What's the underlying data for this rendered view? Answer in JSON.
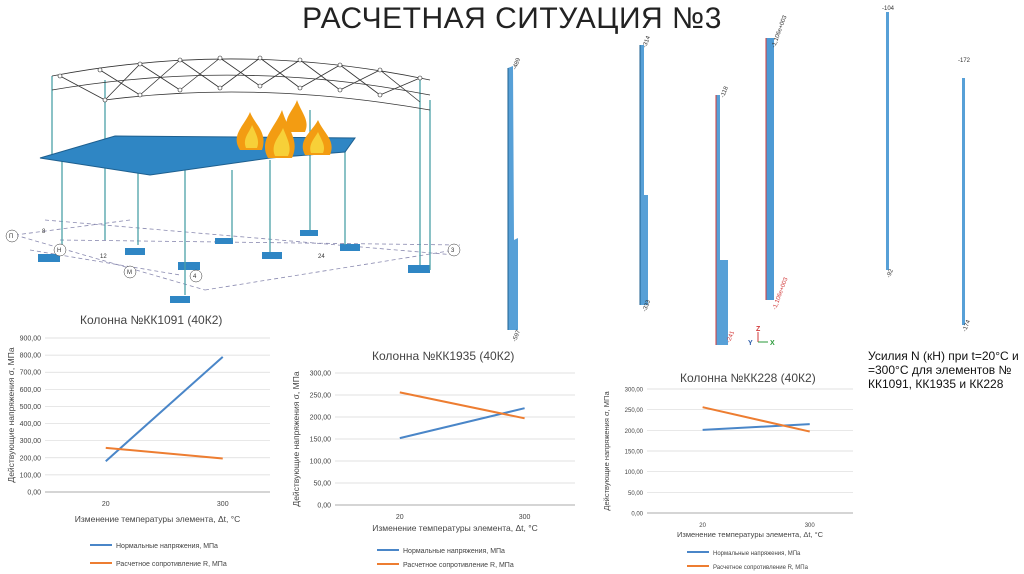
{
  "slide": {
    "title": "РАСЧЕТНАЯ СИТУАЦИЯ №3"
  },
  "note": {
    "lines": [
      "Усилия N (кН) при t=20°С и",
      "=300°С для элементов №",
      "КК1091, КК1935 и КК228"
    ]
  },
  "model": {
    "grid_labels": [
      "П",
      "Н",
      "М",
      "4",
      "3",
      "8",
      "12",
      "24"
    ],
    "fire_icon": "flame-icon",
    "slab_color": "#2f86c4"
  },
  "diagrams": {
    "color": "#3a8fd0",
    "edge_color": "#d23a3a",
    "axes_labels": [
      "Z",
      "Y",
      "X"
    ],
    "columns": [
      {
        "top": "-489",
        "bottom": "-597"
      },
      {
        "top": "-314",
        "bottom": "-333"
      },
      {
        "top": "-1,106e+003",
        "bottom": "-1,106e+003"
      },
      {
        "top": "-118",
        "bottom": "-241"
      },
      {
        "top": "-104",
        "bottom": "-92"
      },
      {
        "top": "-172",
        "bottom": "-174"
      }
    ]
  },
  "colors": {
    "normal": "#4a86c8",
    "resist": "#ed7d31"
  },
  "chart_data": [
    {
      "type": "line",
      "title": "Колонна №КК1091 (40К2)",
      "xlabel": "Изменение температуры элемента, Δt, °С",
      "ylabel": "Действующие напряжения σ, МПа",
      "categories": [
        "20",
        "300"
      ],
      "ylim": [
        0,
        900
      ],
      "yticks": [
        "0,00",
        "100,00",
        "200,00",
        "300,00",
        "400,00",
        "500,00",
        "600,00",
        "700,00",
        "800,00",
        "900,00"
      ],
      "series": [
        {
          "name": "Нормальные напряжения, МПа",
          "values": [
            180,
            790
          ]
        },
        {
          "name": "Расчетное сопротивление R, МПа",
          "values": [
            258,
            196
          ]
        }
      ],
      "grid": true,
      "legend": "bottom"
    },
    {
      "type": "line",
      "title": "Колонна №КК1935 (40К2)",
      "xlabel": "Изменение температуры элемента, Δt, °С",
      "ylabel": "Действующие напряжения σ, МПа",
      "categories": [
        "20",
        "300"
      ],
      "ylim": [
        0,
        300
      ],
      "yticks": [
        "0,00",
        "50,00",
        "100,00",
        "150,00",
        "200,00",
        "250,00",
        "300,00"
      ],
      "series": [
        {
          "name": "Нормальные напряжения, МПа",
          "values": [
            152,
            220
          ]
        },
        {
          "name": "Расчетное сопротивление R, МПа",
          "values": [
            256,
            197
          ]
        }
      ],
      "grid": true,
      "legend": "bottom"
    },
    {
      "type": "line",
      "title": "Колонна №КК228 (40К2)",
      "xlabel": "Изменение температуры элемента, Δt, °С",
      "ylabel": "Действующие напряжения σ, МПа",
      "categories": [
        "20",
        "300"
      ],
      "ylim": [
        0,
        300
      ],
      "yticks": [
        "0,00",
        "50,00",
        "100,00",
        "150,00",
        "200,00",
        "250,00",
        "300,00"
      ],
      "series": [
        {
          "name": "Нормальные напряжения, МПа",
          "values": [
            201,
            215
          ]
        },
        {
          "name": "Расчетное сопротивление R, МПа",
          "values": [
            256,
            197
          ]
        }
      ],
      "grid": true,
      "legend": "bottom"
    }
  ]
}
